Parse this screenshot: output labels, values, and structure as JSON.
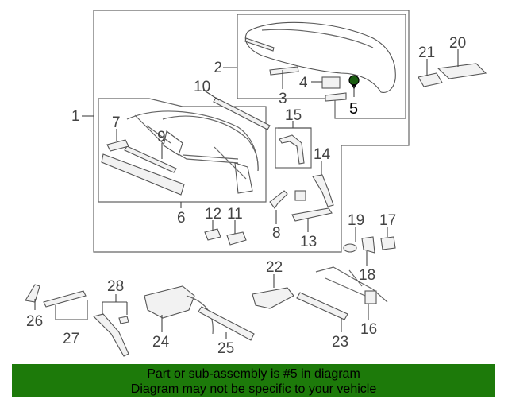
{
  "callouts": {
    "c1": "1",
    "c2": "2",
    "c3": "3",
    "c4": "4",
    "c5": "5",
    "c6": "6",
    "c7": "7",
    "c8": "8",
    "c9": "9",
    "c10": "10",
    "c11": "11",
    "c12": "12",
    "c13": "13",
    "c14": "14",
    "c15": "15",
    "c16": "16",
    "c17": "17",
    "c18": "18",
    "c19": "19",
    "c20": "20",
    "c21": "21",
    "c22": "22",
    "c23": "23",
    "c24": "24",
    "c25": "25",
    "c26": "26",
    "c27": "27",
    "c28": "28"
  },
  "highlight": {
    "part": "5",
    "color": "#1d7a0a"
  },
  "banner": {
    "line1": "Part or sub-assembly is #5 in diagram",
    "line2": "Diagram may not be specific to your vehicle",
    "background": "#1d7a0a"
  }
}
